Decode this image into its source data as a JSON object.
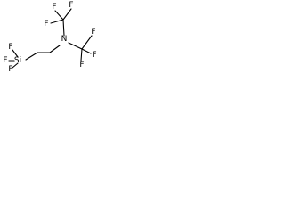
{
  "molecule": {
    "atoms": {
      "f_top_left": "F",
      "f_top_center": "F",
      "f_top_right": "F",
      "nitrogen": "N",
      "f_mid_left": "F",
      "f_mid_right": "F",
      "f_bottom_right": "F",
      "f_si_upper": "F",
      "silicon": "Si",
      "f_si_lower": "F",
      "f_bottom_left": "F"
    }
  }
}
